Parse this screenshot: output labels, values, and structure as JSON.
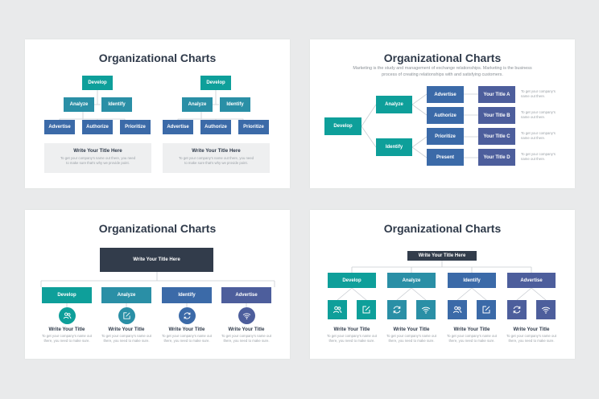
{
  "slide1": {
    "title": "Organizational Charts",
    "charts": [
      {
        "root": "Develop",
        "mid": [
          "Analyze",
          "Identify"
        ],
        "leaves": [
          "Advertise",
          "Authorize",
          "Prioritize"
        ],
        "card_title": "Write Your Title Here",
        "card_text": [
          "To get your company's name out there, you need",
          "to make sure that's why we provide point."
        ]
      },
      {
        "root": "Develop",
        "mid": [
          "Analyze",
          "Identify"
        ],
        "leaves": [
          "Advertise",
          "Authorize",
          "Prioritize"
        ],
        "card_title": "Write Your Title Here",
        "card_text": [
          "To get your company's name out there, you need",
          "to make sure that's why we provide point."
        ]
      }
    ]
  },
  "slide2": {
    "title": "Organizational Charts",
    "subtitle": [
      "Marketing is the study and management of exchange relationships. Marketing is the business",
      "process of creating relationships with and satisfying customers."
    ],
    "root": "Develop",
    "mid": [
      "Analyze",
      "Identify"
    ],
    "leaves": [
      "Advertise",
      "Authorize",
      "Prioritize",
      "Present"
    ],
    "titles": [
      "Your Title A",
      "Your Title B",
      "Your Title C",
      "Your Title D"
    ],
    "notes": [
      [
        "To get your company's",
        "name out there."
      ],
      [
        "To get your company's",
        "name out there."
      ],
      [
        "To get your company's",
        "name out there."
      ],
      [
        "To get your company's",
        "name out there."
      ]
    ]
  },
  "slide3": {
    "title": "Organizational Charts",
    "header": "Write Your Title Here",
    "columns": [
      {
        "label": "Develop",
        "icon": "users-icon",
        "title": "Write Your Title",
        "text": [
          "To get your company's name out",
          "there, you need to make sure."
        ]
      },
      {
        "label": "Analyze",
        "icon": "edit-icon",
        "title": "Write Your Title",
        "text": [
          "To get your company's name out",
          "there, you need to make sure."
        ]
      },
      {
        "label": "Identify",
        "icon": "refresh-icon",
        "title": "Write Your Title",
        "text": [
          "To get your company's name out",
          "there, you need to make sure."
        ]
      },
      {
        "label": "Advertise",
        "icon": "wifi-icon",
        "title": "Write Your Title",
        "text": [
          "To get your company's name out",
          "there, you need to make sure."
        ]
      }
    ]
  },
  "slide4": {
    "title": "Organizational Charts",
    "header": "Write Your Title Here",
    "groups": [
      "Develop",
      "Analyze",
      "Identify",
      "Advertise"
    ],
    "items": [
      {
        "icon": "users-icon",
        "title": "Write Your Title",
        "text": [
          "To get your company's name out",
          "there, you need to make sure."
        ]
      },
      {
        "icon": "edit-icon",
        "title": "Write Your Title",
        "text": [
          "To get your company's name out",
          "there, you need to make sure."
        ]
      },
      {
        "icon": "refresh-icon",
        "title": "Write Your Title",
        "text": [
          "To get your company's name out",
          "there, you need to make sure."
        ]
      },
      {
        "icon": "wifi-icon",
        "title": "Write Your Title",
        "text": [
          "To get your company's name out",
          "there, you need to make sure."
        ]
      }
    ]
  },
  "colors": {
    "teal": "#0e9f9a",
    "cyan": "#2a8fa6",
    "blue": "#3b6aa8",
    "indigo": "#4d5e9c",
    "dark": "#323c4b",
    "text": "#2f3a4a"
  }
}
